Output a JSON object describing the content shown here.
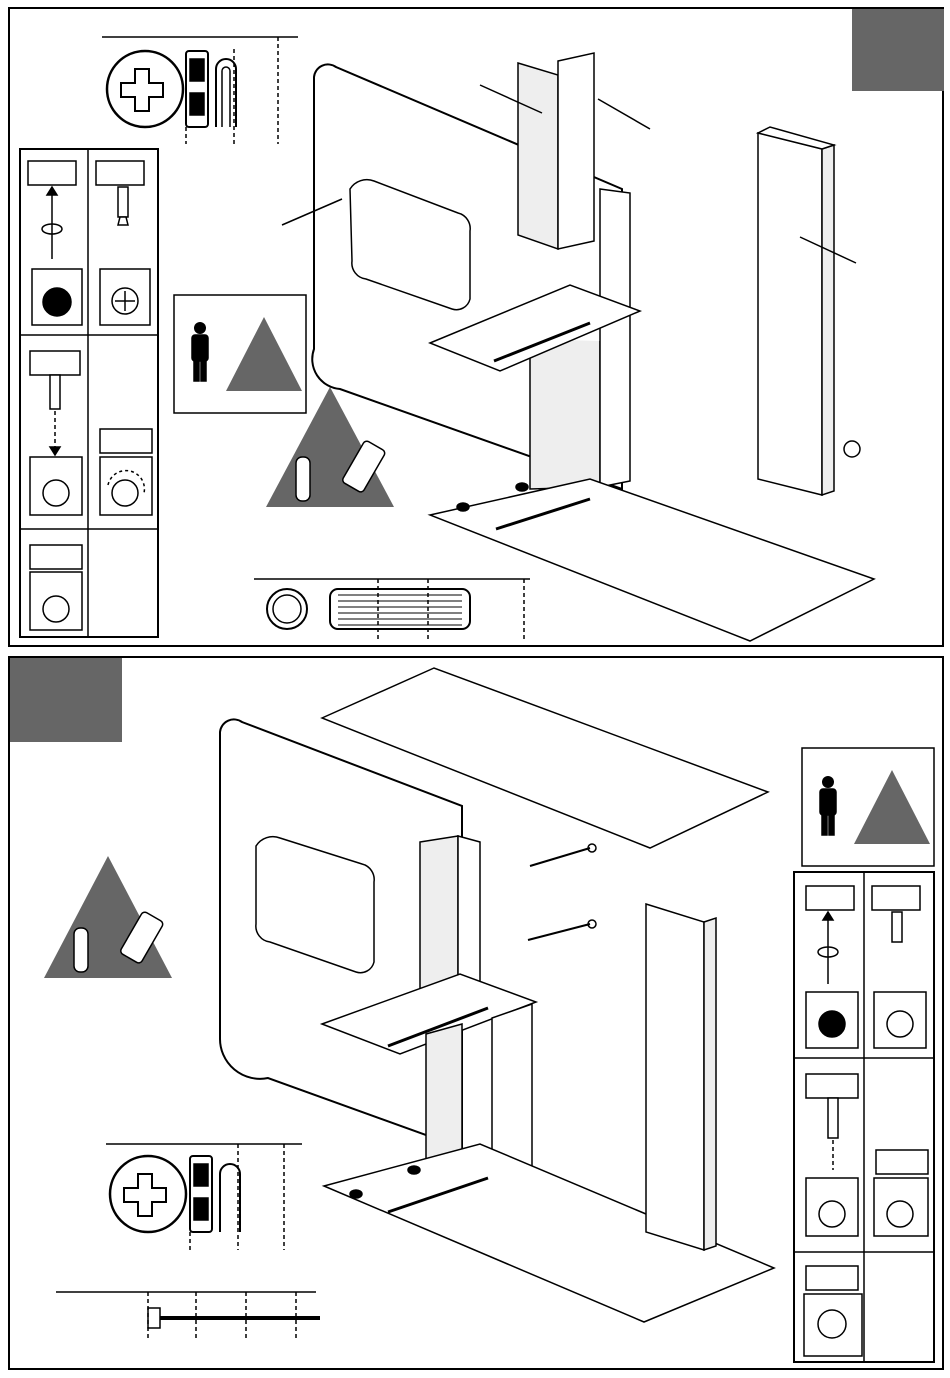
{
  "steps": [
    {
      "id": "step-1",
      "number": ""
    },
    {
      "id": "step-2",
      "number": ""
    }
  ],
  "glue_label": "GLUE",
  "colors": {
    "line": "#000000",
    "badge": "#666666",
    "warning": "#666666",
    "panel": "#eeeeee"
  },
  "icons": [
    "screwdriver-icon",
    "cam-lock-icon",
    "wood-dowel-icon",
    "glue-warning-icon",
    "two-person-icon",
    "screw-icon"
  ]
}
